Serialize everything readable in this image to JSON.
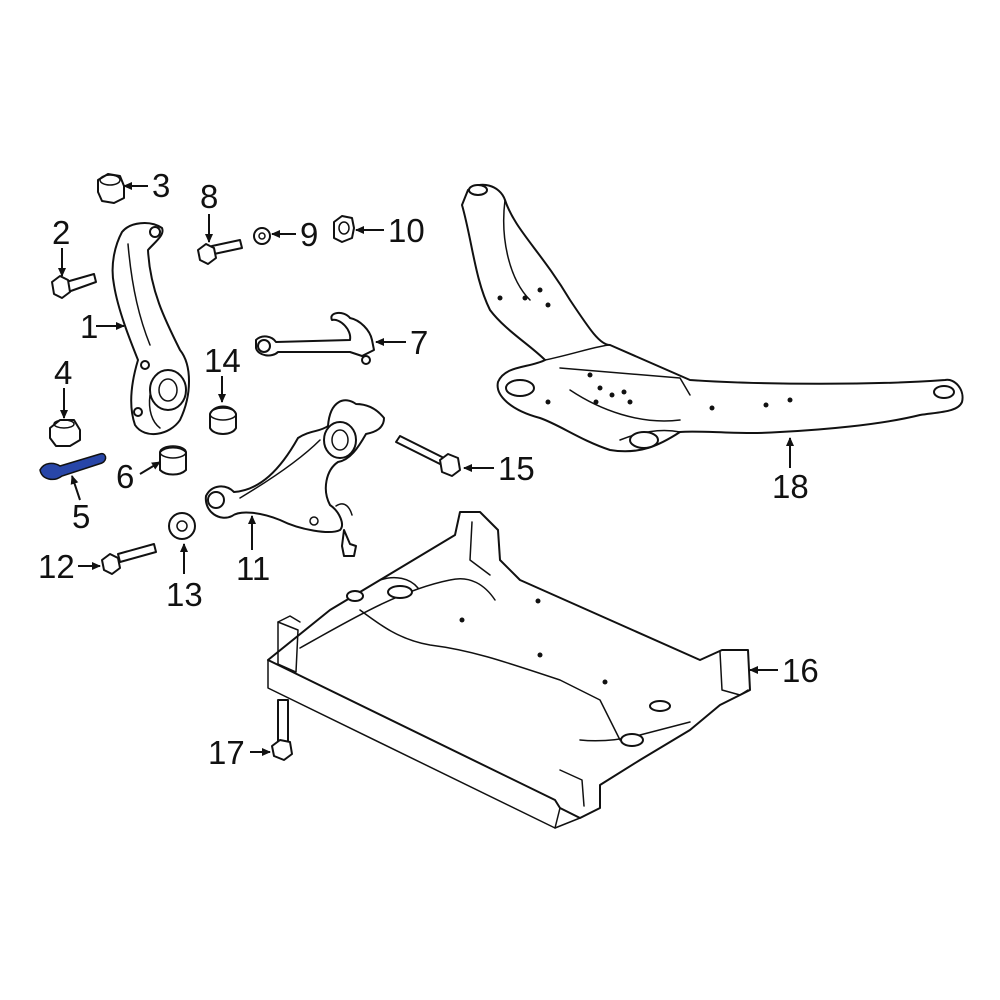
{
  "colors": {
    "highlight": "#2846a8",
    "line": "#111111",
    "background": "#ffffff"
  },
  "callouts": [
    {
      "id": "1",
      "label": "1"
    },
    {
      "id": "2",
      "label": "2"
    },
    {
      "id": "3",
      "label": "3"
    },
    {
      "id": "4",
      "label": "4"
    },
    {
      "id": "5",
      "label": "5",
      "highlighted": true
    },
    {
      "id": "6",
      "label": "6"
    },
    {
      "id": "7",
      "label": "7"
    },
    {
      "id": "8",
      "label": "8"
    },
    {
      "id": "9",
      "label": "9"
    },
    {
      "id": "10",
      "label": "10"
    },
    {
      "id": "11",
      "label": "11"
    },
    {
      "id": "12",
      "label": "12"
    },
    {
      "id": "13",
      "label": "13"
    },
    {
      "id": "14",
      "label": "14"
    },
    {
      "id": "15",
      "label": "15"
    },
    {
      "id": "16",
      "label": "16"
    },
    {
      "id": "17",
      "label": "17"
    },
    {
      "id": "18",
      "label": "18"
    }
  ]
}
